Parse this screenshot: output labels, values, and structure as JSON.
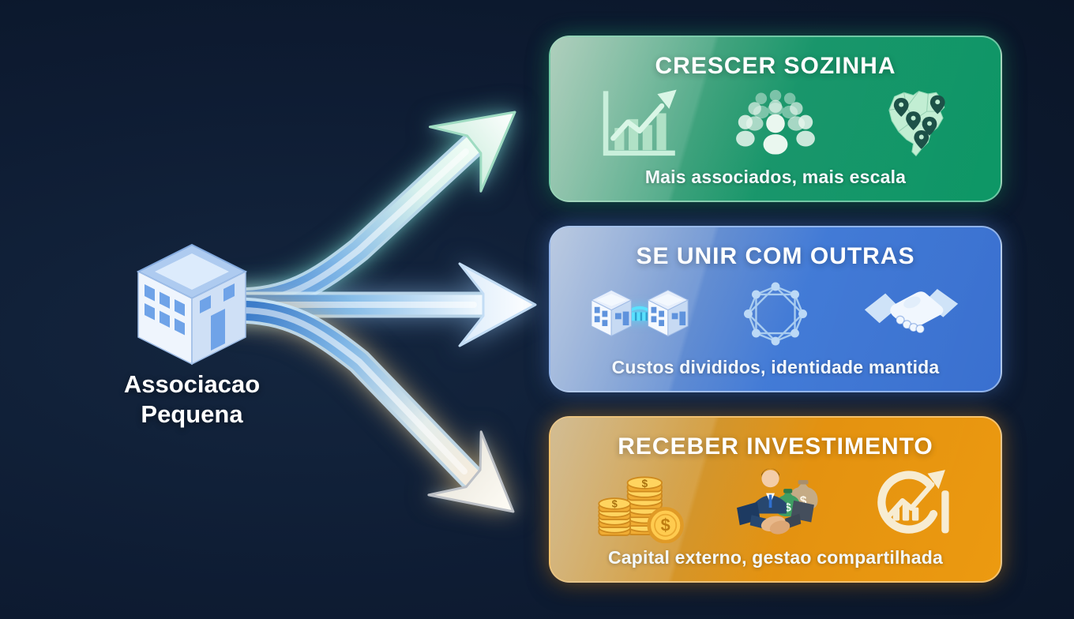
{
  "diagram": {
    "background": "#0d1b31",
    "source": {
      "label_line1": "Associacao",
      "label_line2": "Pequena",
      "icon": "building-icon"
    },
    "currency_symbol": "$",
    "options": [
      {
        "title": "CRESCER SOZINHA",
        "caption": "Mais associados, mais escala",
        "accent": "#0f9d69",
        "icons": [
          "growth-chart-icon",
          "people-group-icon",
          "brazil-map-icon"
        ]
      },
      {
        "title": "SE UNIR COM OUTRAS",
        "caption": "Custos divididos, identidade mantida",
        "accent": "#3d74d2",
        "icons": [
          "linked-buildings-icon",
          "network-icon",
          "handshake-icon"
        ]
      },
      {
        "title": "RECEBER INVESTIMENTO",
        "caption": "Capital externo, gestao compartilhada",
        "accent": "#e8940e",
        "icons": [
          "coins-icon",
          "investor-deal-icon",
          "growth-target-icon"
        ]
      }
    ]
  }
}
